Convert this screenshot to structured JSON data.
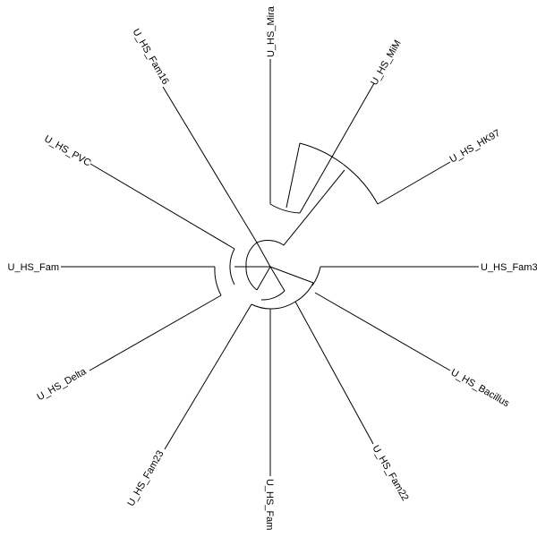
{
  "tree": {
    "layout": "radial-circular",
    "line_color": "#000000",
    "label_color": "#000000",
    "leaves": [
      {
        "label": "U_HS_Mira",
        "angle": -90
      },
      {
        "label": "U_HS_MiM",
        "angle": -60
      },
      {
        "label": "U_HS_HK97",
        "angle": -30
      },
      {
        "label": "U_HS_Fam3",
        "angle": 0
      },
      {
        "label": "U_HS_Bacillus",
        "angle": 30
      },
      {
        "label": "U_HS_Fam22",
        "angle": 60
      },
      {
        "label": "U_HS_Fam",
        "angle": 90
      },
      {
        "label": "U_HS_Fam23",
        "angle": 120
      },
      {
        "label": "U_HS_Delta",
        "angle": 150
      },
      {
        "label": "U_HS_Fam",
        "angle": 180
      },
      {
        "label": "U_HS_PVC",
        "angle": 210
      },
      {
        "label": "U_HS_Fam16",
        "angle": 240
      }
    ]
  }
}
